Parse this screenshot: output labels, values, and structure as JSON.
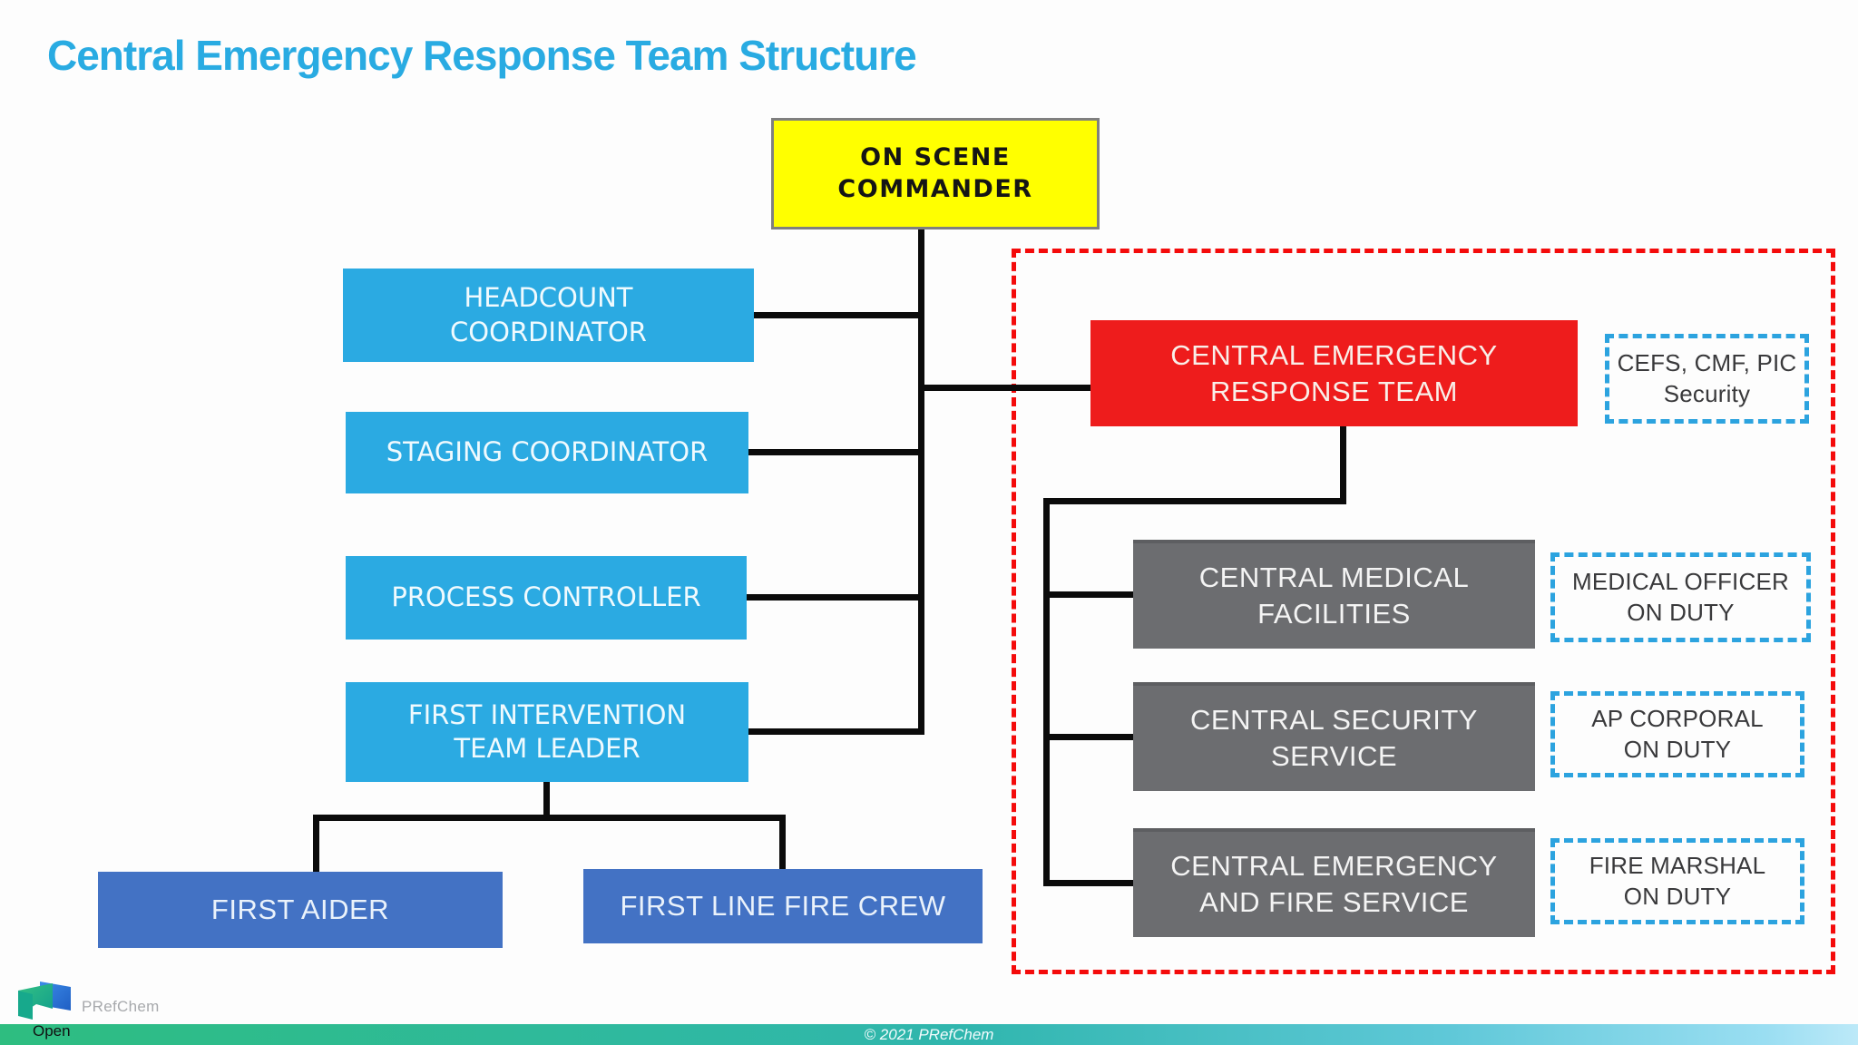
{
  "slide": {
    "title": "Central Emergency Response Team Structure",
    "classification": "Open",
    "footer_copyright": "© 2021 PRefChem",
    "logo_text": "PRefChem"
  },
  "colors": {
    "title_text": "#29ABE2",
    "commander_box": "#FFFF00",
    "coordinator_boxes": "#2BAAE2",
    "field_team_boxes": "#4372C4",
    "central_team_box": "#EE1C1C",
    "service_boxes": "#6C6D70",
    "duty_box_border": "#2CA3DF",
    "region_border": "#F40B0B",
    "connector": "#0B0B0B",
    "footer_gradient_left": "#2EBD80",
    "footer_gradient_right": "#BCE9F8"
  },
  "nodes": {
    "commander": {
      "label": "ON SCENE\nCOMMANDER"
    },
    "headcount": {
      "label": "HEADCOUNT\nCOORDINATOR"
    },
    "staging": {
      "label": "STAGING COORDINATOR"
    },
    "process": {
      "label": "PROCESS CONTROLLER"
    },
    "first_intervention": {
      "label": "FIRST INTERVENTION\nTEAM LEADER"
    },
    "first_aider": {
      "label": "FIRST AIDER"
    },
    "first_line_fire_crew": {
      "label": "FIRST LINE FIRE CREW"
    },
    "central_team": {
      "label": "CENTRAL EMERGENCY\nRESPONSE TEAM"
    },
    "central_team_staff": {
      "label": "CEFS, CMF, PIC\nSecurity"
    },
    "central_medical": {
      "label": "CENTRAL MEDICAL\nFACILITIES"
    },
    "central_medical_staff": {
      "label": "MEDICAL OFFICER\nON DUTY"
    },
    "central_security": {
      "label": "CENTRAL SECURITY\nSERVICE"
    },
    "central_security_staff": {
      "label": "AP CORPORAL\nON DUTY"
    },
    "central_fire": {
      "label": "CENTRAL EMERGENCY\nAND FIRE SERVICE"
    },
    "central_fire_staff": {
      "label": "FIRE MARSHAL\nON DUTY"
    }
  }
}
